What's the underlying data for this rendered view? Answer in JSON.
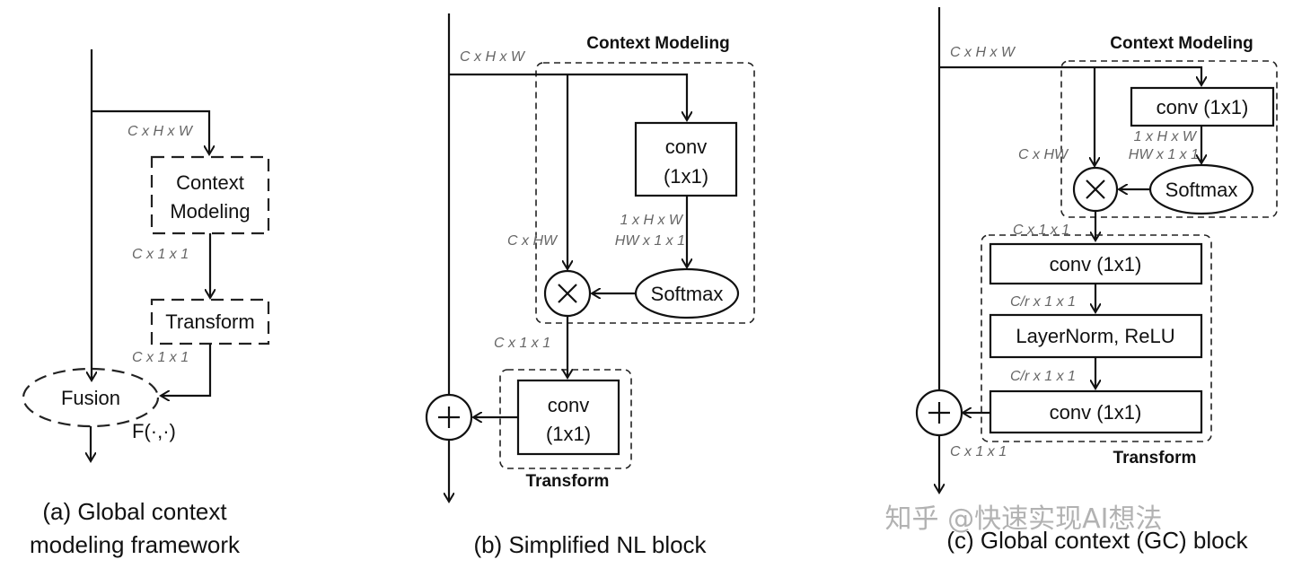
{
  "panel_a": {
    "input_dims": "C x H x W",
    "context_modeling": [
      "Context",
      "Modeling"
    ],
    "dims_after_context": "C x 1 x 1",
    "transform": "Transform",
    "dims_after_transform": "C x 1 x 1",
    "fusion": "Fusion",
    "fusion_fn": "F(·,·)",
    "caption": [
      "(a) Global context",
      "modeling framework"
    ]
  },
  "panel_b": {
    "input_dims": "C x H x W",
    "context_title": "Context Modeling",
    "conv1": [
      "conv",
      "(1x1)"
    ],
    "dims_conv_out": [
      "1 x H x W",
      "HW x 1 x 1"
    ],
    "dims_reshape": "C x HW",
    "softmax": "Softmax",
    "dims_pooled": "C x 1 x 1",
    "conv2": [
      "conv",
      "(1x1)"
    ],
    "transform_title": "Transform",
    "caption": "(b) Simplified NL block"
  },
  "panel_c": {
    "input_dims": "C x H x W",
    "context_title": "Context Modeling",
    "conv1": "conv (1x1)",
    "dims_conv_out": [
      "1 x H x W",
      "HW x 1 x 1"
    ],
    "dims_reshape": "C x HW",
    "softmax": "Softmax",
    "dims_pooled": "C x 1 x 1",
    "conv2": "conv (1x1)",
    "dims_bottleneck1": "C/r x 1 x 1",
    "layernorm": "LayerNorm, ReLU",
    "dims_bottleneck2": "C/r x 1 x 1",
    "conv3": "conv (1x1)",
    "dims_out": "C x 1 x 1",
    "transform_title": "Transform",
    "caption": "(c) Global context (GC) block"
  },
  "watermark": "知乎 @快速实现AI想法"
}
